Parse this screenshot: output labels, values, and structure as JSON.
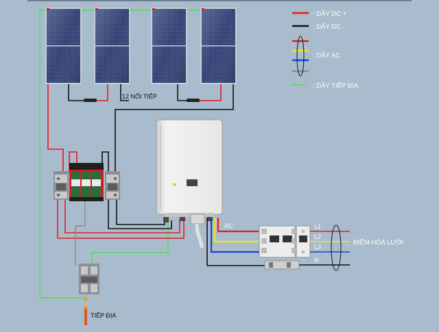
{
  "legend": {
    "dc_plus": ": DÂY DC +",
    "dc_minus": ": DÂY DC -",
    "ac": ": DÂY AC",
    "ground": ": DÂY TIẾP ĐỊA"
  },
  "labels": {
    "series": "12 NỐI TIẾP",
    "ac": "AC",
    "l1": "L1",
    "l2": "L2",
    "l3": "L3",
    "n": "N",
    "grid_point": "ĐIỂM HÒA LƯỚI",
    "ground": "TIẾP ĐỊA"
  },
  "colors": {
    "background": "#a9bccd",
    "dc_plus": "#e8171c",
    "dc_minus": "#111111",
    "ac_yellow": "#f1e61c",
    "ac_blue": "#1e3fd6",
    "ac_gray": "#8b8b8b",
    "ground": "#4ee04e"
  },
  "icons": {
    "solar_panel": "solar-panel-icon",
    "inverter": "inverter-icon",
    "dc_breaker": "dc-breaker-icon",
    "surge_protector": "surge-protector-icon",
    "ac_breaker": "ac-breaker-icon",
    "ground_rod": "ground-rod-icon"
  }
}
